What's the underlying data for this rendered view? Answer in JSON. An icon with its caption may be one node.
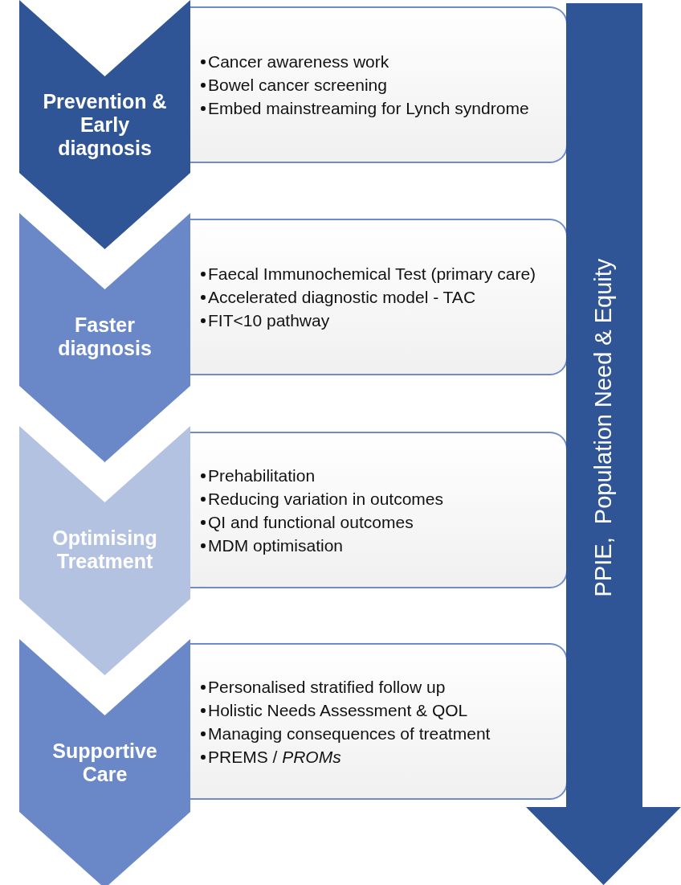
{
  "diagram": {
    "nodes": [
      {
        "text": [
          "Prevention & Early diagnosis"
        ]
      },
      {
        "text": [
          "Cancer awareness work",
          "Bowel cancer screening",
          "Embed mainstreaming for Lynch syndrome"
        ]
      },
      {
        "text": [
          "Faster diagnosis"
        ]
      },
      {
        "text": [
          "Faecal Immunochemical  Test (primary care)",
          "Accelerated diagnostic  model - TAC",
          "FIT<10 pathway"
        ]
      },
      {
        "text": [
          "Optimising Treatment"
        ]
      },
      {
        "text": [
          "Prehabilitation",
          "Reducing variation in outcomes",
          "QI and functional outcomes",
          "MDM optimisation"
        ]
      },
      {
        "text": [
          "Supportive Care"
        ]
      },
      {
        "text": [
          "Personalised stratified follow up",
          "Holistic Needs Assessment & QOL",
          "Managing consequences of treatment",
          "PREMS / *PROMs*"
        ]
      },
      {
        "text": [
          "PPIE,  Population Need & Equity"
        ]
      }
    ]
  }
}
